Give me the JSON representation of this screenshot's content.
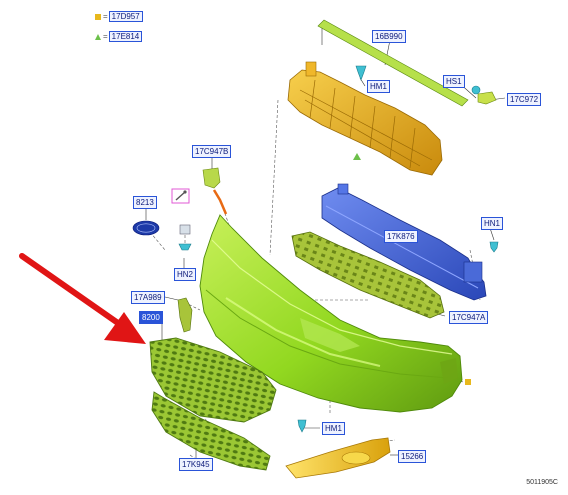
{
  "legend": [
    {
      "symbol": "square",
      "color": "#e8b81c",
      "label": "17D957"
    },
    {
      "symbol": "triangle",
      "color": "#6cc04a",
      "label": "17E814"
    }
  ],
  "callouts": {
    "beam_seal": "16B990",
    "hm1_top": "HM1",
    "hs1": "HS1",
    "support_bracket": "17C972",
    "side_bracket": "17C947B",
    "badge": "8213",
    "hn2": "HN2",
    "hn1": "HN1",
    "absorber": "17K876",
    "side_guide": "17A989",
    "absorber_lower": "17C947A",
    "grille": "8200",
    "lower_grille": "17K945",
    "hm1_bottom": "HM1",
    "fog_bezel": "15266"
  },
  "drawing_number": "5011905C",
  "colors": {
    "bumper": "#9ee02a",
    "support": "#e8a91a",
    "reinforcement": "#3f63d6",
    "absorber": "#96b92e",
    "grille": "#8cb82a",
    "bezel": "#f0c21a",
    "arrow": "#e01515",
    "callout_border": "#2a54d8"
  }
}
